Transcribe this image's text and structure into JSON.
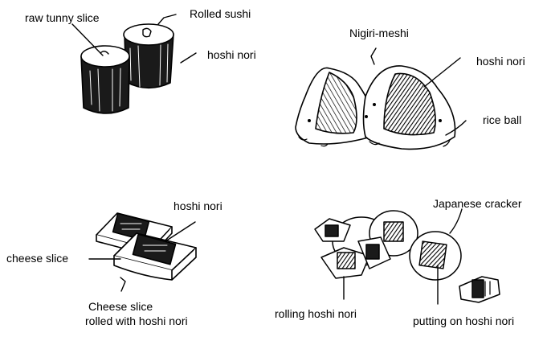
{
  "labels": {
    "raw_tunny_slice": "raw tunny slice",
    "rolled_sushi": "Rolled sushi",
    "hoshi_nori_sushi": "hoshi nori",
    "nigiri_meshi": "Nigiri-meshi",
    "hoshi_nori_nigiri": "hoshi  nori",
    "rice_ball": "rice ball",
    "hoshi_nori_cheese": "hoshi  nori",
    "cheese_slice": "cheese slice",
    "cheese_rolled_line1": "Cheese slice",
    "cheese_rolled_line2": "rolled with hoshi nori",
    "japanese_cracker": "Japanese cracker",
    "rolling_hoshi_nori": "rolling hoshi nori",
    "putting_on_hoshi_nori": "putting on hoshi nori"
  },
  "colors": {
    "ink": "#000000",
    "paper": "#ffffff",
    "nori": "#1a1a1a"
  }
}
